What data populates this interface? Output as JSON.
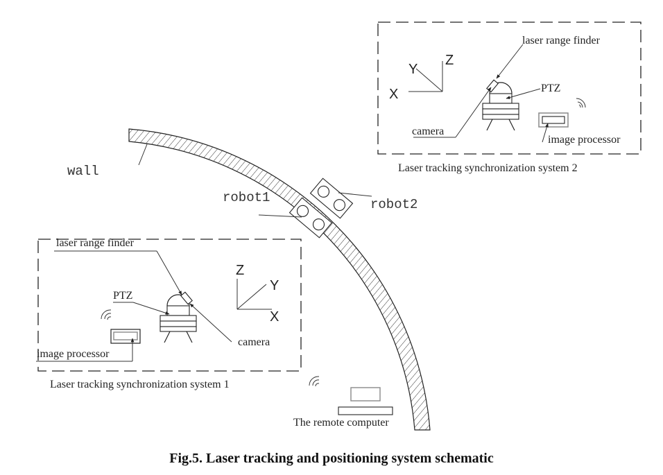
{
  "figure": {
    "caption": "Fig.5. Laser tracking and positioning system schematic"
  },
  "labels": {
    "wall": "wall",
    "robot1": "robot1",
    "robot2": "robot2",
    "remote_computer": "The remote computer"
  },
  "system1": {
    "title": "Laser tracking synchronization system 1",
    "laser_range_finder": "laser range finder",
    "ptz": "PTZ",
    "camera": "camera",
    "image_processor": "image processor",
    "axes": {
      "x": "X",
      "y": "Y",
      "z": "Z"
    }
  },
  "system2": {
    "title": "Laser tracking synchronization system 2",
    "laser_range_finder": "laser range finder",
    "ptz": "PTZ",
    "camera": "camera",
    "image_processor": "image processor",
    "axes": {
      "x": "X",
      "y": "Y",
      "z": "Z"
    }
  },
  "icons": {
    "wireless": "wifi-signal-icon",
    "tripod": "ptz-tripod-icon",
    "processor": "image-processor-icon",
    "computer": "computer-icon"
  }
}
